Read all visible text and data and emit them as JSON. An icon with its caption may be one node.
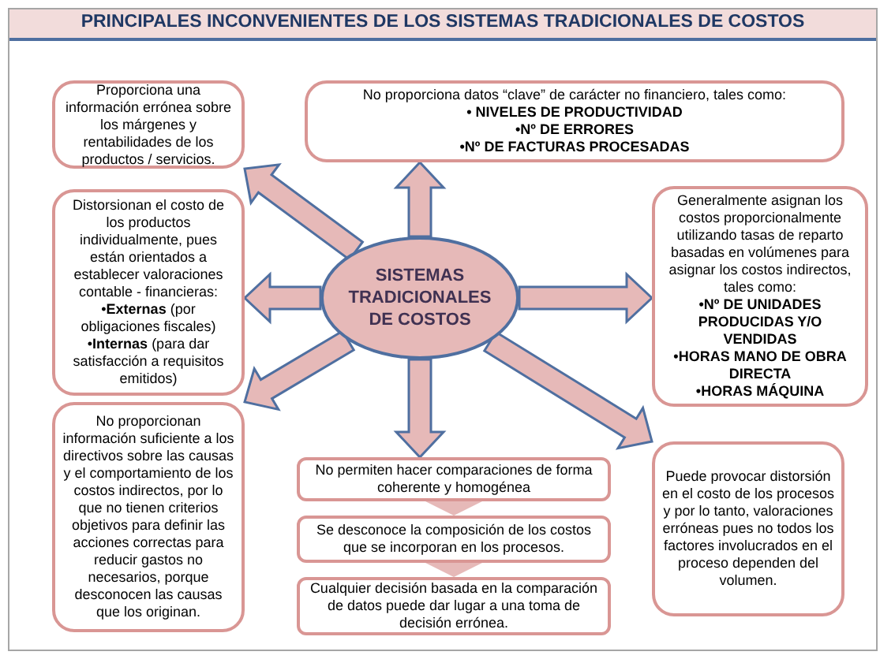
{
  "diagram": {
    "title": "PRINCIPALES INCONVENIENTES DE LOS SISTEMAS TRADICIONALES DE COSTOS",
    "nodes": [
      {
        "text": [
          "SISTEMAS TRADICIONALES DE COSTOS"
        ]
      },
      {
        "text": [
          "Proporciona una información errónea sobre los márgenes y rentabilidades de los productos / servicios."
        ]
      },
      {
        "text": [
          "No proporciona datos “clave” de carácter no financiero, tales como:",
          "• NIVELES DE PRODUCTIVIDAD",
          "•Nº DE ERRORES",
          "•Nº DE FACTURAS PROCESADAS"
        ]
      },
      {
        "text": [
          "Distorsionan el costo de los productos individualmente, pues están orientados a establecer valoraciones contable - financieras:",
          "•**Externas** (por obligaciones fiscales)",
          "•**Internas** (para dar satisfacción a requisitos emitidos)"
        ]
      },
      {
        "text": [
          "Generalmente asignan los costos proporcionalmente utilizando tasas de reparto basadas en volúmenes para asignar los costos indirectos, tales como:",
          "•Nº DE UNIDADES PRODUCIDAS Y/O VENDIDAS",
          "•HORAS MANO DE OBRA DIRECTA",
          "•HORAS MÁQUINA"
        ]
      },
      {
        "text": [
          "No proporcionan información suficiente a los directivos sobre las causas y el comportamiento de los costos indirectos, por lo que no tienen criterios objetivos para definir las acciones correctas para reducir gastos no necesarios, porque desconocen las causas que los originan."
        ]
      },
      {
        "text": [
          "No permiten hacer comparaciones de forma coherente y homogénea"
        ]
      },
      {
        "text": [
          "Se desconoce la composición de los costos que se incorporan en los procesos."
        ]
      },
      {
        "text": [
          "Cualquier decisión basada en la comparación de datos puede dar lugar a una toma de decisión errónea."
        ]
      },
      {
        "text": [
          "Puede provocar distorsión en el costo de los procesos y por lo tanto, valoraciones erróneas pues no todos los factores involucrados en el proceso dependen del volumen."
        ]
      }
    ],
    "edges": [
      {
        "from": 0,
        "to": 1,
        "arrow": "to"
      },
      {
        "from": 0,
        "to": 2,
        "arrow": "to"
      },
      {
        "from": 0,
        "to": 3,
        "arrow": "to"
      },
      {
        "from": 0,
        "to": 4,
        "arrow": "to"
      },
      {
        "from": 0,
        "to": 5,
        "arrow": "to"
      },
      {
        "from": 0,
        "to": 6,
        "arrow": "to"
      },
      {
        "from": 0,
        "to": 9,
        "arrow": "to"
      },
      {
        "from": 6,
        "to": 7,
        "arrow": "to"
      },
      {
        "from": 7,
        "to": 8,
        "arrow": "to"
      }
    ]
  }
}
